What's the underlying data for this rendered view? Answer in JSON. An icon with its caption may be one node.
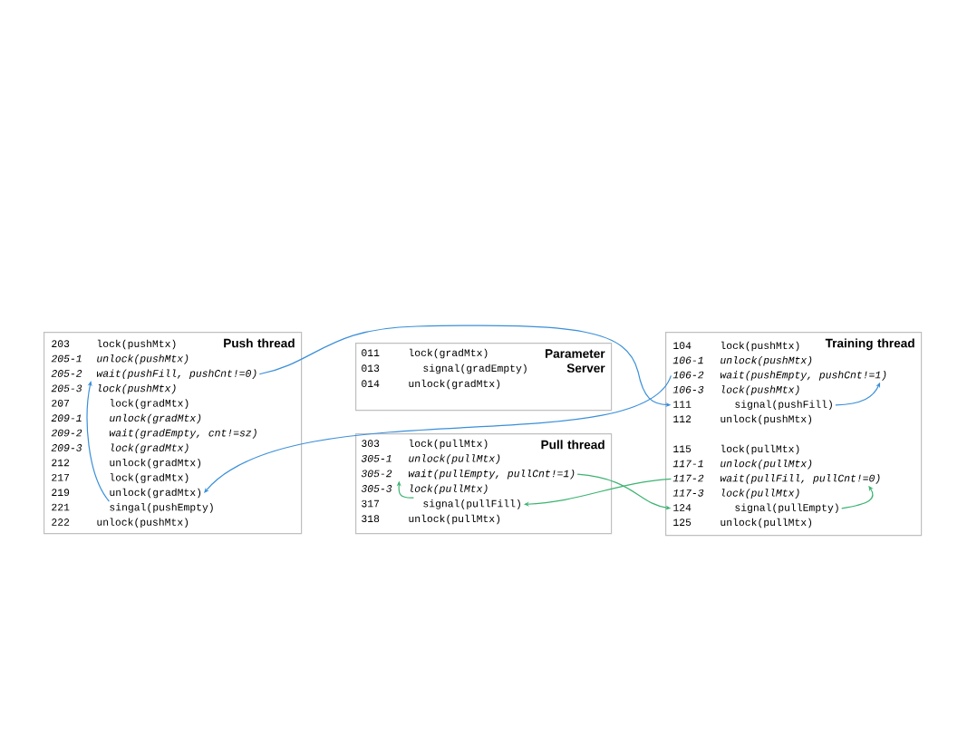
{
  "diagram": {
    "nodes": [
      {
        "text": [
          "Push thread"
        ]
      },
      {
        "text": [
          "203",
          "lock(pushMtx)"
        ],
        "in": 0
      },
      {
        "text": [
          "205-1",
          "unlock(pushMtx)"
        ],
        "in": 0
      },
      {
        "text": [
          "205-2",
          "wait(pushFill, pushCnt!=0)"
        ],
        "in": 0
      },
      {
        "text": [
          "205-3",
          "lock(pushMtx)"
        ],
        "in": 0
      },
      {
        "text": [
          "207",
          "lock(gradMtx)"
        ],
        "in": 0
      },
      {
        "text": [
          "209-1",
          "unlock(gradMtx)"
        ],
        "in": 0
      },
      {
        "text": [
          "209-2",
          "wait(gradEmpty, cnt!=sz)"
        ],
        "in": 0
      },
      {
        "text": [
          "209-3",
          "lock(gradMtx)"
        ],
        "in": 0
      },
      {
        "text": [
          "212",
          "unlock(gradMtx)"
        ],
        "in": 0
      },
      {
        "text": [
          "217",
          "lock(gradMtx)"
        ],
        "in": 0
      },
      {
        "text": [
          "219",
          "unlock(gradMtx)"
        ],
        "in": 0
      },
      {
        "text": [
          "221",
          "singal(pushEmpty)"
        ],
        "in": 0
      },
      {
        "text": [
          "222",
          "unlock(pushMtx)"
        ],
        "in": 0
      },
      {
        "text": [
          "Parameter Server"
        ]
      },
      {
        "text": [
          "011",
          "lock(gradMtx)"
        ],
        "in": 14
      },
      {
        "text": [
          "013",
          "signal(gradEmpty)"
        ],
        "in": 14
      },
      {
        "text": [
          "014",
          "unlock(gradMtx)"
        ],
        "in": 14
      },
      {
        "text": [
          "Pull thread"
        ]
      },
      {
        "text": [
          "303",
          "lock(pullMtx)"
        ],
        "in": 18
      },
      {
        "text": [
          "305-1",
          "unlock(pullMtx)"
        ],
        "in": 18
      },
      {
        "text": [
          "305-2",
          "wait(pullEmpty, pullCnt!=1)"
        ],
        "in": 18
      },
      {
        "text": [
          "305-3",
          "lock(pullMtx)"
        ],
        "in": 18
      },
      {
        "text": [
          "317",
          "signal(pullFill)"
        ],
        "in": 18
      },
      {
        "text": [
          "318",
          "unlock(pullMtx)"
        ],
        "in": 18
      },
      {
        "text": [
          "Training thread"
        ]
      },
      {
        "text": [
          "104",
          "lock(pushMtx)"
        ],
        "in": 25
      },
      {
        "text": [
          "106-1",
          "unlock(pushMtx)"
        ],
        "in": 25
      },
      {
        "text": [
          "106-2",
          "wait(pushEmpty, pushCnt!=1)"
        ],
        "in": 25
      },
      {
        "text": [
          "106-3",
          "lock(pushMtx)"
        ],
        "in": 25
      },
      {
        "text": [
          "111",
          "signal(pushFill)"
        ],
        "in": 25
      },
      {
        "text": [
          "112",
          "unlock(pushMtx)"
        ],
        "in": 25
      },
      {
        "text": [
          "115",
          "lock(pullMtx)"
        ],
        "in": 25
      },
      {
        "text": [
          "117-1",
          "unlock(pullMtx)"
        ],
        "in": 25
      },
      {
        "text": [
          "117-2",
          "wait(pullFill, pullCnt!=0)"
        ],
        "in": 25
      },
      {
        "text": [
          "117-3",
          "lock(pullMtx)"
        ],
        "in": 25
      },
      {
        "text": [
          "124",
          "signal(pullEmpty)"
        ],
        "in": 25
      },
      {
        "text": [
          "125",
          "unlock(pullMtx)"
        ],
        "in": 25
      }
    ],
    "edges": [
      {
        "from": 3,
        "to": 30,
        "arrow": "to"
      },
      {
        "from": 28,
        "to": 11,
        "arrow": "to"
      },
      {
        "from": 12,
        "to": 3,
        "arrow": "to"
      },
      {
        "from": 30,
        "to": 28,
        "arrow": "to"
      },
      {
        "from": 21,
        "to": 36,
        "arrow": "to",
        "color": "#3cb371"
      },
      {
        "from": 34,
        "to": 23,
        "arrow": "to",
        "color": "#3cb371"
      },
      {
        "from": 23,
        "to": 21,
        "arrow": "to",
        "color": "#3cb371"
      },
      {
        "from": 36,
        "to": 34,
        "arrow": "to",
        "color": "#3cb371"
      }
    ]
  }
}
